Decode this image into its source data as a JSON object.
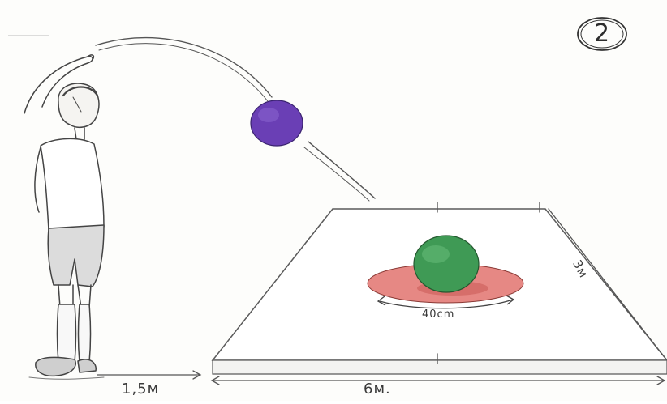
{
  "illustration": {
    "badge_number": "2",
    "labels": {
      "distance_to_field": "1,5м",
      "field_length": "6м.",
      "field_width": "3м",
      "target_diameter": "40cm"
    },
    "colors": {
      "thrown_ball": "#6a3fb5",
      "target_ball": "#3f9a55",
      "target_disc": "#e2736f",
      "pencil": "#444444"
    }
  }
}
